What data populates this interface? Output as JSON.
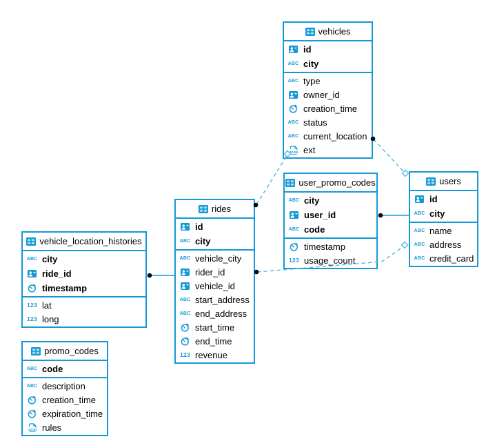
{
  "diagram": {
    "tables": [
      {
        "name": "vehicles",
        "key_columns": [
          {
            "name": "id",
            "type": "id"
          },
          {
            "name": "city",
            "type": "text"
          }
        ],
        "columns": [
          {
            "name": "type",
            "type": "text"
          },
          {
            "name": "owner_id",
            "type": "id"
          },
          {
            "name": "creation_time",
            "type": "time"
          },
          {
            "name": "status",
            "type": "text"
          },
          {
            "name": "current_location",
            "type": "text"
          },
          {
            "name": "ext",
            "type": "json"
          }
        ]
      },
      {
        "name": "user_promo_codes",
        "key_columns": [
          {
            "name": "city",
            "type": "text"
          },
          {
            "name": "user_id",
            "type": "id"
          },
          {
            "name": "code",
            "type": "text"
          }
        ],
        "columns": [
          {
            "name": "timestamp",
            "type": "time"
          },
          {
            "name": "usage_count",
            "type": "number"
          }
        ]
      },
      {
        "name": "users",
        "key_columns": [
          {
            "name": "id",
            "type": "id"
          },
          {
            "name": "city",
            "type": "text"
          }
        ],
        "columns": [
          {
            "name": "name",
            "type": "text"
          },
          {
            "name": "address",
            "type": "text"
          },
          {
            "name": "credit_card",
            "type": "text"
          }
        ]
      },
      {
        "name": "rides",
        "key_columns": [
          {
            "name": "id",
            "type": "id"
          },
          {
            "name": "city",
            "type": "text"
          }
        ],
        "columns": [
          {
            "name": "vehicle_city",
            "type": "text"
          },
          {
            "name": "rider_id",
            "type": "id"
          },
          {
            "name": "vehicle_id",
            "type": "id"
          },
          {
            "name": "start_address",
            "type": "text"
          },
          {
            "name": "end_address",
            "type": "text"
          },
          {
            "name": "start_time",
            "type": "time"
          },
          {
            "name": "end_time",
            "type": "time"
          },
          {
            "name": "revenue",
            "type": "number"
          }
        ]
      },
      {
        "name": "vehicle_location_histories",
        "key_columns": [
          {
            "name": "city",
            "type": "text"
          },
          {
            "name": "ride_id",
            "type": "id"
          },
          {
            "name": "timestamp",
            "type": "time"
          }
        ],
        "columns": [
          {
            "name": "lat",
            "type": "number"
          },
          {
            "name": "long",
            "type": "number"
          }
        ]
      },
      {
        "name": "promo_codes",
        "key_columns": [
          {
            "name": "code",
            "type": "text"
          }
        ],
        "columns": [
          {
            "name": "description",
            "type": "text"
          },
          {
            "name": "creation_time",
            "type": "time"
          },
          {
            "name": "expiration_time",
            "type": "time"
          },
          {
            "name": "rules",
            "type": "json"
          }
        ]
      }
    ],
    "relationships": [
      {
        "from": "vehicles",
        "to": "users",
        "style": "dashed"
      },
      {
        "from": "vehicles",
        "to": "rides",
        "style": "dashed"
      },
      {
        "from": "user_promo_codes",
        "to": "users",
        "style": "solid"
      },
      {
        "from": "rides",
        "to": "users",
        "style": "dashed"
      },
      {
        "from": "vehicle_location_histories",
        "to": "rides",
        "style": "solid"
      }
    ]
  },
  "icon_glyphs": {
    "text": "ABC",
    "number": "123",
    "json": "JSON"
  },
  "colors": {
    "primary": "#1499d6",
    "dashed_line": "#58b7e3",
    "dot": "#0a0a0a",
    "icon_cell": "#a9ddf6",
    "background": "#ffffff"
  }
}
